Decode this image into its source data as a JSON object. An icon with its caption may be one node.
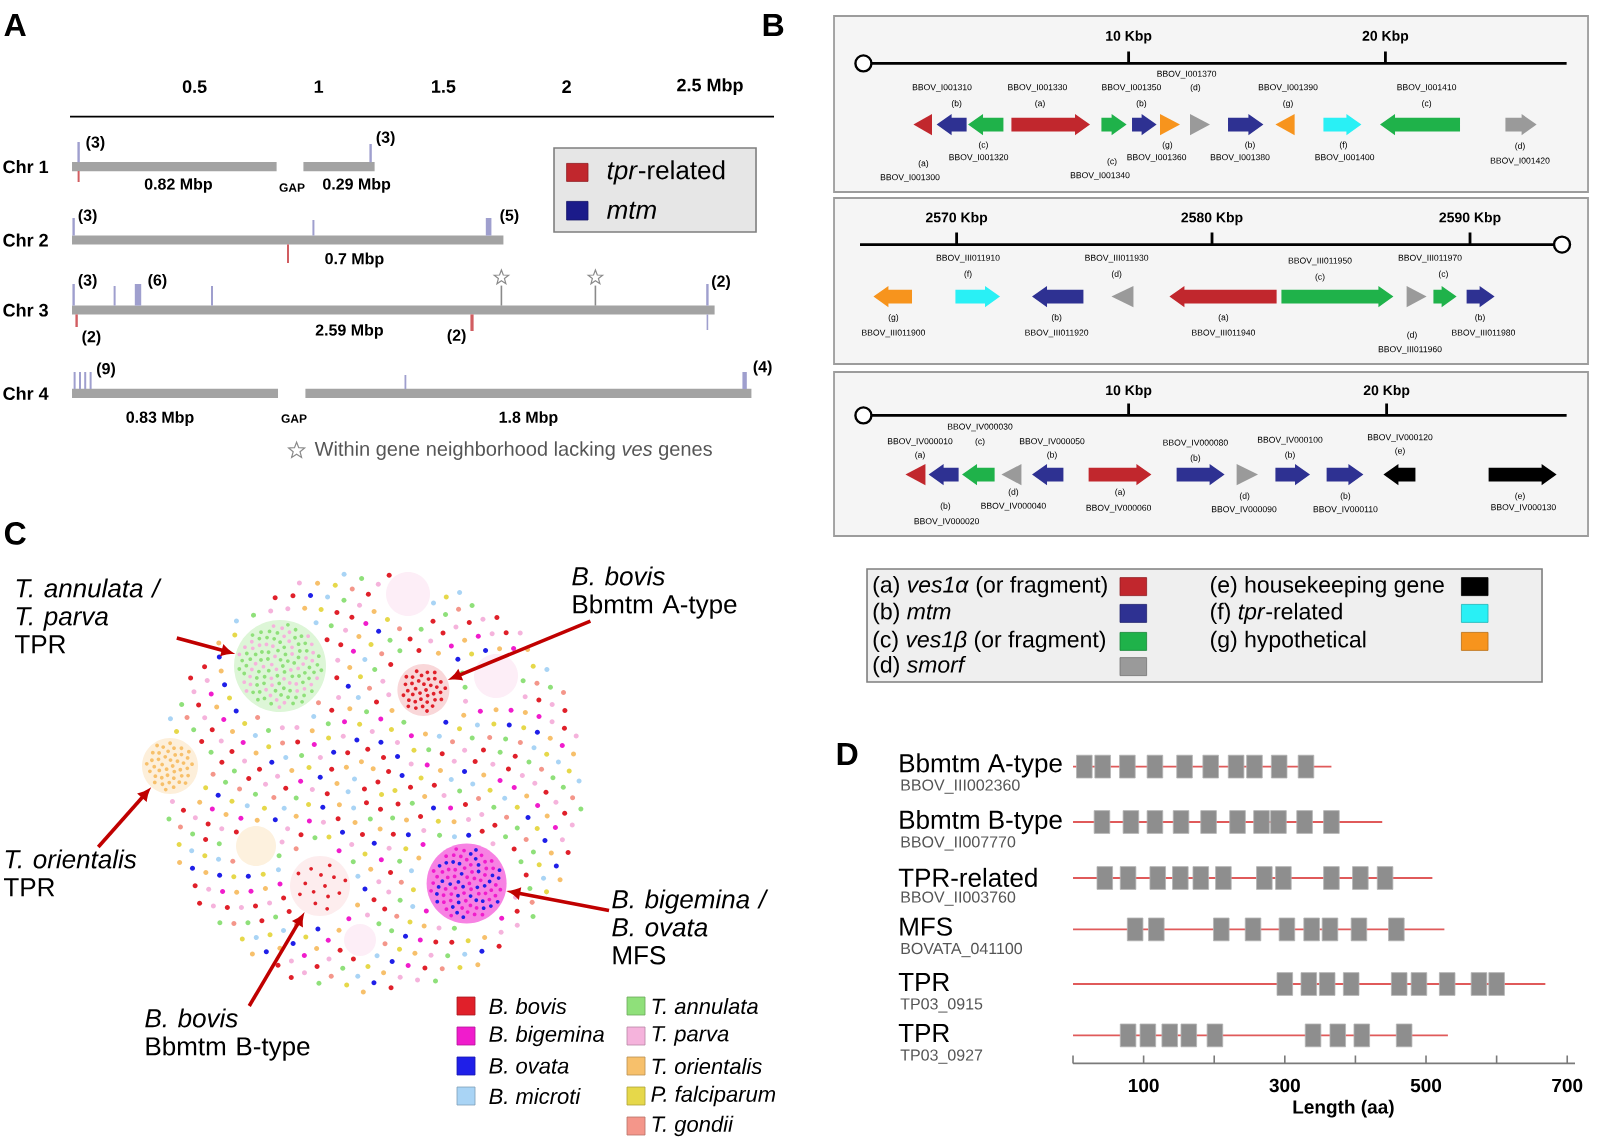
{
  "diagram": {
    "nodes": [
      {
        "text": [
          "T. annulata / T. parva",
          "TPR"
        ]
      },
      {
        "text": [
          "B. bovis",
          "Bbmtm A-type"
        ]
      },
      {
        "text": [
          "T. orientalis",
          "TPR"
        ]
      },
      {
        "text": [
          "B. bigemina / B. ovata",
          "MFS"
        ]
      },
      {
        "text": [
          "B. bovis",
          "Bbmtm B-type"
        ]
      },
      {
        "text": [],
        "shape": "cluster"
      },
      {
        "text": [],
        "shape": "cluster"
      },
      {
        "text": [],
        "shape": "cluster"
      },
      {
        "text": [],
        "shape": "cluster"
      },
      {
        "text": [],
        "shape": "cluster"
      }
    ],
    "edges": [
      {
        "from": 0,
        "to": 5,
        "arrow": "to"
      },
      {
        "from": 1,
        "to": 6,
        "arrow": "to"
      },
      {
        "from": 2,
        "to": 7,
        "arrow": "to"
      },
      {
        "from": 3,
        "to": 8,
        "arrow": "to"
      },
      {
        "from": 4,
        "to": 9,
        "arrow": "to"
      }
    ],
    "labels": [
      "A",
      "0.5",
      "1",
      "1.5",
      "2",
      "2.5 Mbp",
      "Chr 1",
      "(3)",
      "(3)",
      "0.82 Mbp",
      "GAP",
      "0.29 Mbp",
      "Chr 2",
      "(3)",
      "(5)",
      "0.7 Mbp",
      "Chr 3",
      "(3)",
      "(6)",
      "(2)",
      "(2)",
      "2.59 Mbp",
      "(2)",
      "Chr 4",
      "(9)",
      "(4)",
      "0.83 Mbp",
      "GAP",
      "1.8 Mbp",
      "B",
      "10 Kbp",
      "20 Kbp",
      "(a)",
      "BBOV_I001300",
      "BBOV_I001310",
      "(b)",
      "(c)",
      "BBOV_I001320",
      "BBOV_I001330",
      "(a)",
      "(c)",
      "BBOV_I001340",
      "BBOV_I001350",
      "(b)",
      "(g)",
      "BBOV_I001360",
      "BBOV_I001370",
      "(d)",
      "(b)",
      "BBOV_I001380",
      "BBOV_I001390",
      "(g)",
      "(f)",
      "BBOV_I001400",
      "BBOV_I001410",
      "(c)",
      "(d)",
      "BBOV_I001420",
      "2570 Kbp",
      "2580 Kbp",
      "2590 Kbp",
      "(g)",
      "BBOV_III011900",
      "BBOV_III011910",
      "(f)",
      "(b)",
      "BBOV_III011920",
      "BBOV_III011930",
      "(d)",
      "(a)",
      "BBOV_III011940",
      "BBOV_III011950",
      "(c)",
      "(d)",
      "BBOV_III011960",
      "BBOV_III011970",
      "(c)",
      "(b)",
      "BBOV_III011980",
      "10 Kbp",
      "20 Kbp",
      "BBOV_IV000010",
      "(a)",
      "(b)",
      "BBOV_IV000020",
      "BBOV_IV000030",
      "(c)",
      "(d)",
      "BBOV_IV000040",
      "BBOV_IV000050",
      "(b)",
      "(a)",
      "BBOV_IV000060",
      "BBOV_IV000080",
      "(b)",
      "(d)",
      "BBOV_IV000090",
      "BBOV_IV000100",
      "(b)",
      "(b)",
      "BBOV_IV000110",
      "BBOV_IV000120",
      "(e)",
      "(e)",
      "BBOV_IV000130",
      "C",
      "D",
      "Bbmtm A-type",
      "BBOV_III002360",
      "Bbmtm B-type",
      "BBOV_II007770",
      "TPR-related",
      "BBOV_II003760",
      "MFS",
      "BOVATA_041100",
      "TPR",
      "TP03_0915",
      "TPR",
      "TP03_0927",
      "100",
      "300",
      "500",
      "700",
      "Length (aa)"
    ],
    "legend": [
      {
        "text": "*tpr*-related",
        "color": "#c1272d"
      },
      {
        "text": "mtm",
        "color": "#1b1b8a"
      },
      {
        "text": "Within gene neighborhood lacking *ves* genes"
      },
      {
        "text": "(a) *ves1α* (or fragment)",
        "color": "#c1272d"
      },
      {
        "text": "(b) *mtm*",
        "color": "#2e3192"
      },
      {
        "text": "(c) *ves1β* (or fragment)",
        "color": "#1fb24a"
      },
      {
        "text": "(d) *smorf*",
        "color": "#9a9a9a"
      },
      {
        "text": "(e) housekeeping gene",
        "color": "#000000"
      },
      {
        "text": "(f) *tpr*-related",
        "color": "#29f0f5"
      },
      {
        "text": "(g) hypothetical",
        "color": "#f7941d"
      },
      {
        "text": "B. bovis",
        "color": "#e0202a"
      },
      {
        "text": "B. bigemina",
        "color": "#f01ccc"
      },
      {
        "text": "B. ovata",
        "color": "#1f1fe8"
      },
      {
        "text": "B. microti",
        "color": "#a9d4f5"
      },
      {
        "text": "T. annulata",
        "color": "#8fe07a"
      },
      {
        "text": "T. parva",
        "color": "#f5b3dc"
      },
      {
        "text": "T. orientalis",
        "color": "#f7c06b"
      },
      {
        "text": "P. falciparum",
        "color": "#e6d84a"
      },
      {
        "text": "T. gondii",
        "color": "#f4968a"
      }
    ]
  }
}
